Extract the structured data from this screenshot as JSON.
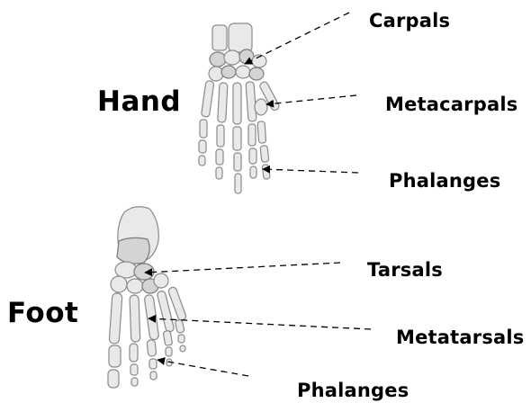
{
  "regions": {
    "hand": "Hand",
    "foot": "Foot"
  },
  "hand_labels": {
    "carpals": "Carpals",
    "metacarpals": "Metacarpals",
    "phalanges": "Phalanges"
  },
  "foot_labels": {
    "tarsals": "Tarsals",
    "metatarsals": "Metatarsals",
    "phalanges": "Phalanges"
  },
  "colors": {
    "text": "#000000",
    "arrow": "#000000",
    "bone_fill": "#e9e9e9",
    "bone_outline": "#8a8a8a",
    "background": "#ffffff"
  }
}
